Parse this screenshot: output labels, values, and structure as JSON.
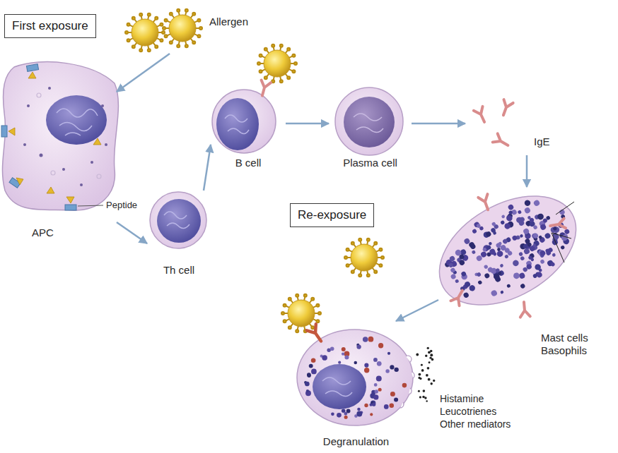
{
  "diagram": {
    "nodes": [
      {
        "text": [
          "First exposure"
        ]
      },
      {
        "text": [
          "Allergen"
        ]
      },
      {
        "text": [
          "APC"
        ]
      },
      {
        "text": [
          "Th cell"
        ]
      },
      {
        "text": [
          "B cell"
        ]
      },
      {
        "text": [
          "Plasma cell"
        ]
      },
      {
        "text": [
          "IgE"
        ]
      },
      {
        "text": [
          "Re-exposure"
        ]
      },
      {
        "text": [
          "Mast cells Basophils"
        ]
      },
      {
        "text": [
          "Degranulation"
        ]
      }
    ],
    "edges": [
      {
        "from": 1,
        "to": 2,
        "arrow": "to"
      },
      {
        "from": 2,
        "to": 3,
        "arrow": "to"
      },
      {
        "from": 3,
        "to": 4,
        "arrow": "to"
      },
      {
        "from": 4,
        "to": 5,
        "arrow": "to"
      },
      {
        "from": 5,
        "to": 6,
        "arrow": "to"
      },
      {
        "from": 6,
        "to": 8,
        "arrow": "to"
      },
      {
        "from": 8,
        "to": 9,
        "arrow": "to"
      }
    ],
    "labels": [
      "Peptide",
      "Histamine Leucotrienes Other mediators"
    ]
  }
}
